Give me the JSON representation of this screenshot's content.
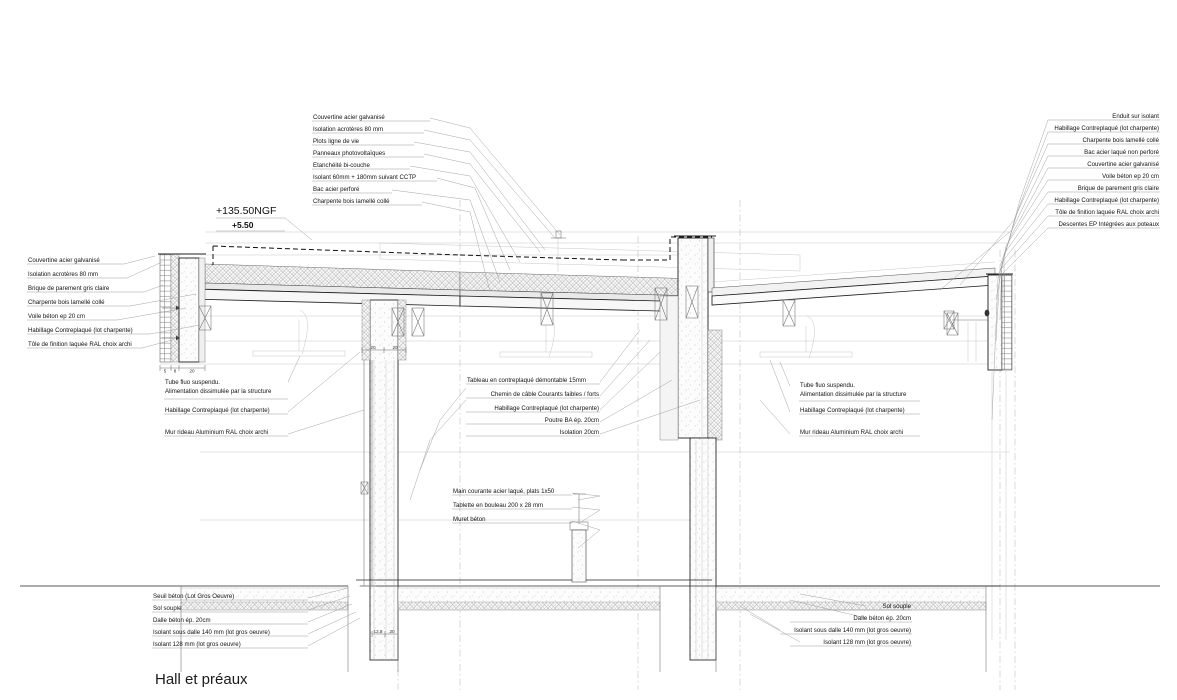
{
  "drawing": {
    "title": "Hall et préaux",
    "elevation_ngf": "+135.50NGF",
    "elevation_rel": "+5.50"
  },
  "labels_top_center": [
    "Couvertine acier galvanisé",
    "Isolation acrotères 80 mm",
    "Plots ligne de vie",
    "Panneaux photovoltaïques",
    "Etanchéité bi-couche",
    "Isolant 60mm + 180mm suivant CCTP",
    "Bac acier perforé",
    "Charpente bois lamellé collé"
  ],
  "labels_left_upper": [
    "Couvertine acier galvanisé",
    "Isolation acrotères 80 mm",
    "Brique de parement gris claire",
    "Charpente bois lamellé collé",
    "Voile béton  ep 20 cm",
    "Habillage Contreplaqué (lot charpente)",
    "Tôle de finition laquée RAL choix archi"
  ],
  "labels_right_upper": [
    "Enduit sur isolant",
    "Habillage Contreplaqué (lot charpente)",
    "Charpente bois lamellé collé",
    "Bac acier laqué non perforé",
    "Couvertine acier galvanisé",
    "Voile béton  ep 20 cm",
    "Brique de parement gris claire",
    "Habillage Contreplaqué (lot charpente)",
    "Tôle de finition laquée RAL choix archi",
    "Descentes EP Intégrées aux poteaux"
  ],
  "labels_mid_left": [
    "Tube fluo suspendu.",
    "Alimentation dissimulée par la structure",
    "Habillage Contreplaqué (lot charpente)",
    "Mur rideau Aluminium RAL choix archi"
  ],
  "labels_mid_center": [
    "Tableau en contreplaqué démontable 15mm",
    "Chemin de câble Courants faibles / forts",
    "Habillage Contreplaqué (lot charpente)",
    "Poutre BA ép. 20cm",
    "Isolation 20cm"
  ],
  "labels_mid_right": [
    "Tube fluo suspendu.",
    "Alimentation dissimulée par la structure",
    "Habillage Contreplaqué (lot charpente)",
    "Mur rideau Aluminium RAL choix archi"
  ],
  "labels_rail": [
    "Main courante acier laqué, plats 1x50",
    "Tablette en bouleau 200 x 28 mm",
    "Muret béton"
  ],
  "labels_bottom_left": [
    "Seuil béton (Lot Gros Oeuvre)",
    "Sol souple",
    "Dalle béton ép. 20cm",
    "Isolant sous dalle 140 mm (lot gros oeuvre)",
    "Isolant 128 mm (lot gros oeuvre)"
  ],
  "labels_bottom_right": [
    "Sol souple",
    "Dalle béton ép. 20cm",
    "Isolant sous dalle 140 mm (lot gros oeuvre)",
    "Isolant 128 mm (lot gros oeuvre)"
  ],
  "dimensions": {
    "wall_left": [
      "5",
      "8",
      "20"
    ],
    "column": [
      "20",
      "20"
    ],
    "slab": [
      "12.8",
      "20"
    ]
  },
  "colors": {
    "paper": "#ffffff",
    "line_heavy": "#1f1f1f",
    "line_thin": "#b9b9b9",
    "leader": "#9a9a9a",
    "hatch": "#8d8d8d"
  }
}
